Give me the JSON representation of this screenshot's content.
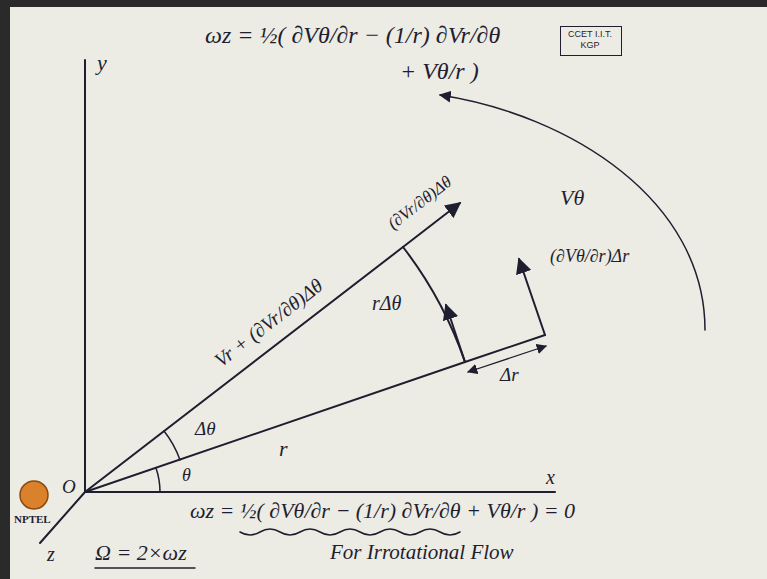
{
  "diagram": {
    "nodes": [
      {
        "text": [
          "CCET I.I.T. KGP"
        ]
      }
    ],
    "labels": [
      "ωz = ½( ∂Vθ/∂r − (1/r) ∂Vr/∂θ",
      "+ Vθ/r )",
      "y",
      "Vr + (∂Vr/∂θ)Δθ",
      "(∂Vr/∂θ)Δθ",
      "Vθ",
      "(∂Vθ/∂r)Δr",
      "rΔθ",
      "Δθ",
      "r",
      "Δr",
      "θ",
      "O",
      "x",
      "ωz = ½( ∂Vθ/∂r − (1/r) ∂Vr/∂θ + Vθ/r ) = 0",
      "Ω = 2×ωz",
      "For Irrotational Flow",
      "z",
      "NPTEL"
    ]
  }
}
